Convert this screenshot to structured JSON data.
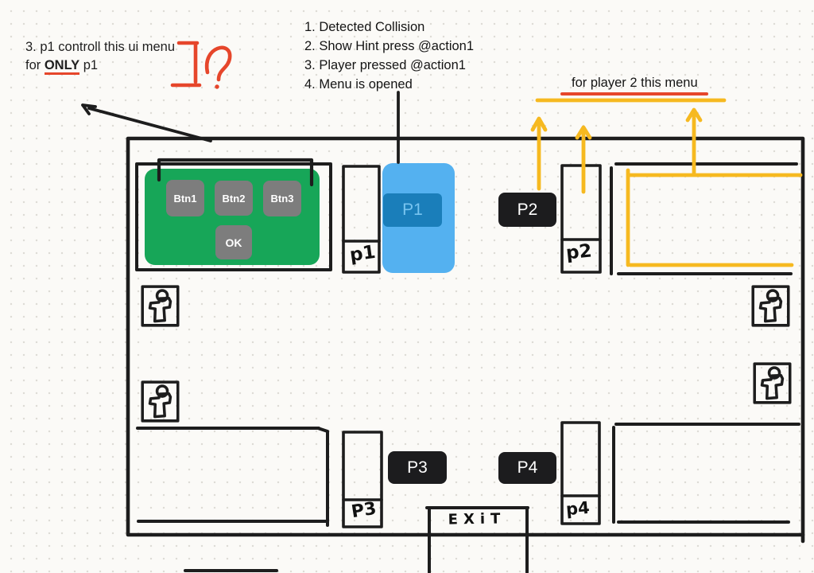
{
  "colors": {
    "ink": "#1d1d1d",
    "green_panel": "#17a658",
    "gray_button": "#7d7d7d",
    "blue_panel": "#54b1f0",
    "blue_inner": "#1a7eba",
    "blue_text": "#78c4f0",
    "dark_badge": "#1c1c1e",
    "yellow": "#f6b920",
    "red": "#e6462b"
  },
  "notes": {
    "menu_note": {
      "line1": "3. p1 controll this ui menu",
      "prefix": "for ",
      "emphasis": "ONLY",
      "suffix": " p1"
    },
    "steps": [
      "1. Detected Collision",
      "2. Show Hint press @action1",
      "3. Player pressed @action1",
      "4. Menu is opened"
    ],
    "player2_note": "for player 2 this menu"
  },
  "ui_menu": {
    "buttons": [
      "Btn1",
      "Btn2",
      "Btn3"
    ],
    "ok_label": "OK"
  },
  "player_badges": {
    "p1": "P1",
    "p2": "P2",
    "p3": "P3",
    "p4": "P4"
  },
  "spawn_labels": {
    "p1": "p1",
    "p2": "p2",
    "p3": "P3",
    "p4": "p4"
  },
  "exit_label": "EXiT"
}
